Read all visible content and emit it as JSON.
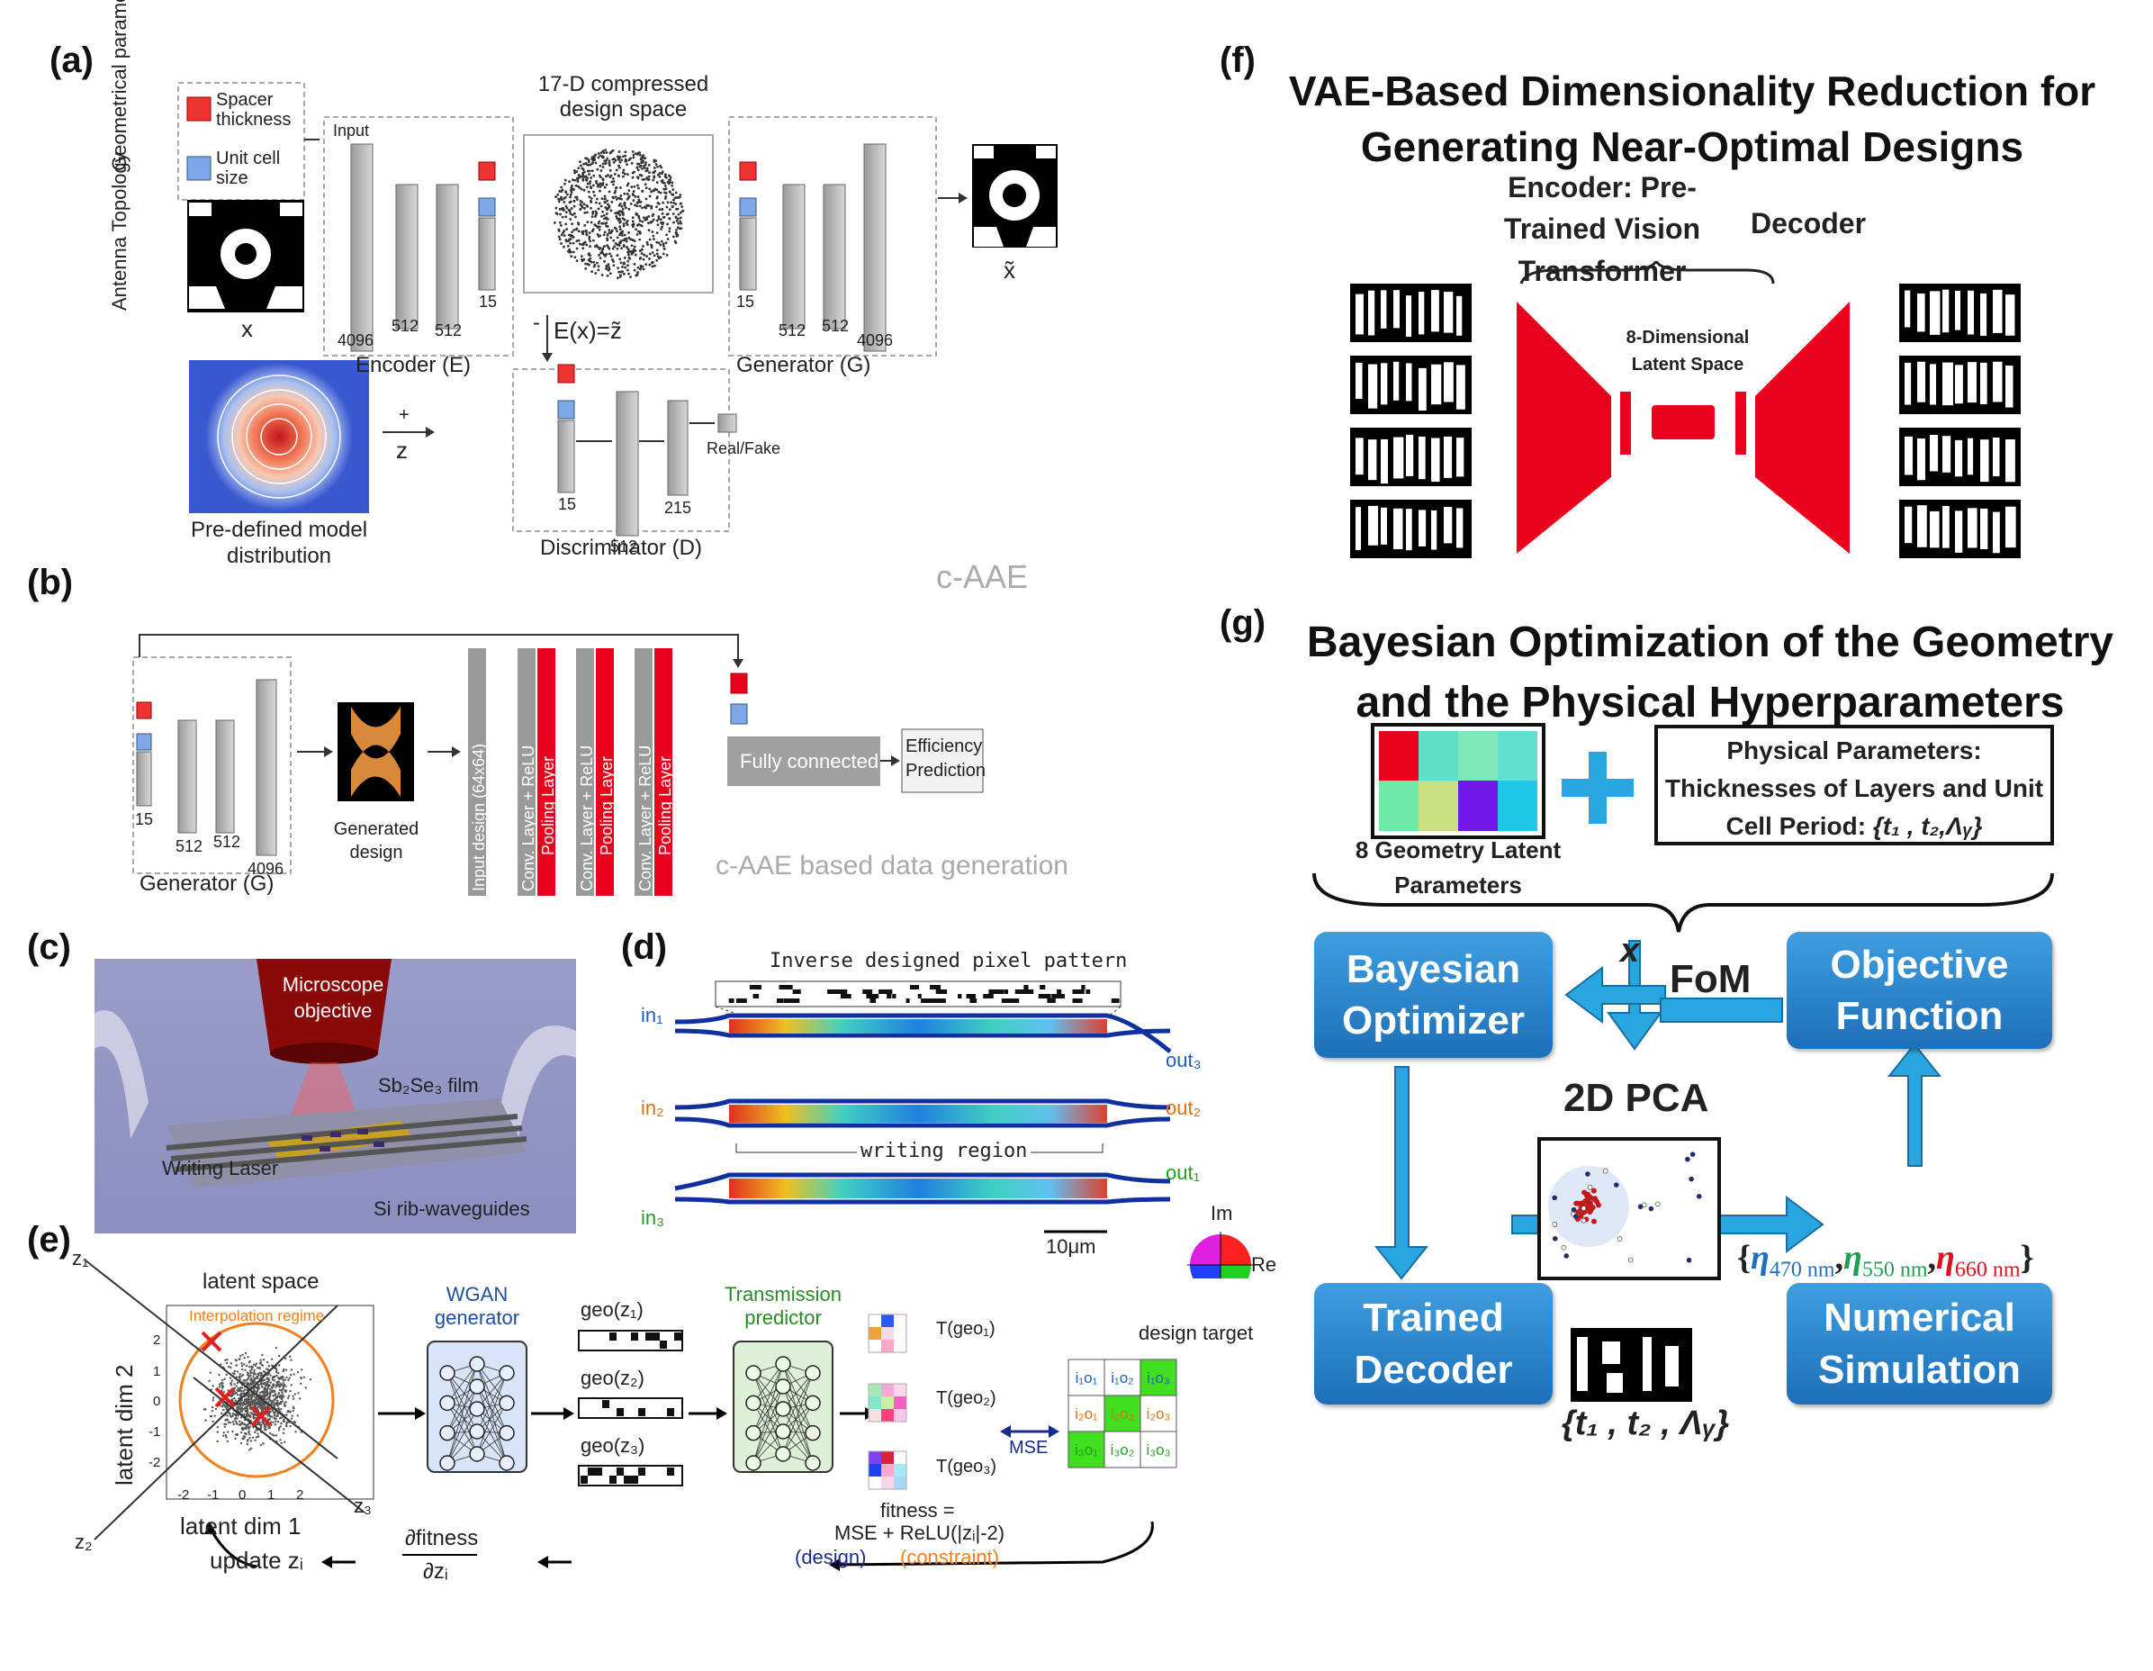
{
  "panels": {
    "a": {
      "label": "(a)",
      "geometrical_parameters": "Geometrical parameters",
      "antenna_topology": "Antenna Topology",
      "spacer_thickness": "Spacer thickness",
      "unit_cell_size": "Unit cell size",
      "x": "x",
      "input": "Input",
      "encoder_dims": [
        "4096",
        "512",
        "512",
        "15"
      ],
      "encoder": "Encoder (E)",
      "compressed_space": "17-D compressed design space",
      "generator_dims": [
        "15",
        "512",
        "512",
        "4096"
      ],
      "generator": "Generator (G)",
      "x_tilde": "x̃",
      "ex": "E(x)=z̃",
      "minus": "-",
      "plus": "+",
      "z": "z",
      "model_dist": "Pre-defined model distribution",
      "disc_dims": [
        "15",
        "512",
        "215"
      ],
      "real_fake": "Real/Fake",
      "discriminator": "Discriminator (D)",
      "caae": "c-AAE"
    },
    "b": {
      "label": "(b)",
      "gen_dims": [
        "15",
        "512",
        "512",
        "4096"
      ],
      "generator": "Generator (G)",
      "generated_design": "Generated design",
      "input_design": "Input design (64x64)",
      "conv": "Conv. Layer + ReLU",
      "pool": "Pooling Layer",
      "fully_connected": "Fully connected",
      "efficiency": "Efficiency Prediction",
      "caption": "c-AAE based data generation"
    },
    "c": {
      "label": "(c)",
      "microscope": "Microscope objective",
      "film": "Sb₂Se₃ film",
      "laser": "Writing Laser",
      "waveguides": "Si rib-waveguides"
    },
    "d": {
      "label": "(d)",
      "pattern": "Inverse designed pixel pattern",
      "writing_region": "writing region",
      "scale": "10μm",
      "in1": "in₁",
      "in2": "in₂",
      "in3": "in₃",
      "out1": "out₁",
      "out2": "out₂",
      "out3": "out₃",
      "im": "Im",
      "re": "Re"
    },
    "e": {
      "label": "(e)",
      "latent_space": "latent space",
      "interp": "Interpolation regime",
      "dim2": "latent dim 2",
      "dim1": "latent dim 1",
      "z1": "z₁",
      "z2": "z₂",
      "z3": "z₃",
      "yticks": [
        "2",
        "1",
        "0",
        "-1",
        "-2"
      ],
      "xticks": [
        "-2",
        "-1",
        "0",
        "1",
        "2"
      ],
      "wgan": "WGAN generator",
      "geo1": "geo(z₁)",
      "geo2": "geo(z₂)",
      "geo3": "geo(z₃)",
      "transmission": "Transmission predictor",
      "tgeo1": "T(geo₁)",
      "tgeo2": "T(geo₂)",
      "tgeo3": "T(geo₃)",
      "mse": "MSE",
      "design_target": "design target",
      "target_cells": [
        "i₁o₁",
        "i₁o₂",
        "i₁o₃",
        "i₂o₁",
        "i₂o₂",
        "i₂o₃",
        "i₃o₁",
        "i₃o₂",
        "i₃o₃"
      ],
      "fitness": "fitness =",
      "fitness_eq": "MSE + ReLU(|zᵢ|-2)",
      "design": "(design)",
      "constraint": "(constraint)",
      "grad_num": "∂fitness",
      "grad_den": "∂zᵢ",
      "update": "update zᵢ"
    },
    "f": {
      "label": "(f)",
      "title": "VAE-Based Dimensionality Reduction for Generating Near-Optimal Designs",
      "encoder": "Encoder: Pre-Trained Vision Transformer",
      "decoder": "Decoder",
      "latent": "8-Dimensional Latent Space"
    },
    "g": {
      "label": "(g)",
      "title": "Bayesian Optimization of the Geometry and the Physical Hyperparameters",
      "geom_params": "8 Geometry Latent Parameters",
      "phys_params": "Physical Parameters: Thicknesses of Layers and Unit Cell Period:",
      "phys_set": "{t₁ , t₂,Λᵧ}",
      "x": "x",
      "fom": "FoM",
      "bayes": "Bayesian Optimizer",
      "objective": "Objective Function",
      "pca": "2D PCA",
      "decoder": "Trained Decoder",
      "simulation": "Numerical Simulation",
      "eta_open": "{",
      "eta470": "η",
      "eta470_sub": "470 nm",
      "eta550": "η",
      "eta550_sub": "550 nm",
      "eta660": "η",
      "eta660_sub": "660 nm",
      "eta_close": "}",
      "bottom_set": "{t₁ , t₂ , Λᵧ}"
    }
  },
  "colors": {
    "red": "#e8001c",
    "blue_box": "#2a86d0",
    "arrow_blue": "#29a6df"
  }
}
